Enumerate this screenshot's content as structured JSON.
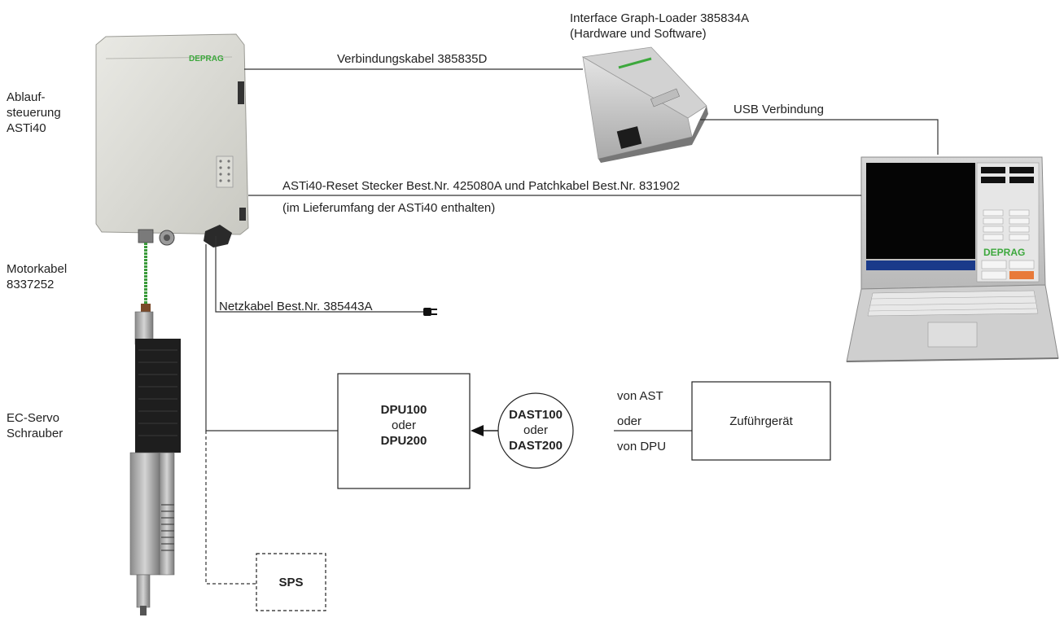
{
  "labels": {
    "ablaufsteuerung": [
      "Ablauf-",
      "steuerung",
      "ASTi40"
    ],
    "motorkabel": [
      "Motorkabel",
      "8337252"
    ],
    "schrauber": [
      "EC-Servo",
      "Schrauber"
    ],
    "interface": [
      "Interface Graph-Loader 385834A",
      "(Hardware und Software)"
    ],
    "verbindungskabel": "Verbindungskabel 385835D",
    "usb": "USB Verbindung",
    "reset": "ASTi40-Reset Stecker Best.Nr. 425080A und Patchkabel Best.Nr. 831902",
    "reset_note": "(im Lieferumfang der ASTi40 enthalten)",
    "netzkabel": "Netzkabel Best.Nr. 385443A",
    "dpu": {
      "line1": "DPU100",
      "line2": "oder",
      "line3": "DPU200"
    },
    "dast": {
      "line1": "DAST100",
      "line2": "oder",
      "line3": "DAST200"
    },
    "von_ast": "von AST",
    "oder": "oder",
    "von_dpu": "von DPU",
    "zufuehr": "Zuführgerät",
    "sps": "SPS"
  },
  "logos": {
    "controller": "DEPRAG",
    "laptop": "DEPRAG"
  },
  "colors": {
    "motor_cable": "#3a9a3a",
    "line": "#333333",
    "logo_green": "#3da83d"
  }
}
